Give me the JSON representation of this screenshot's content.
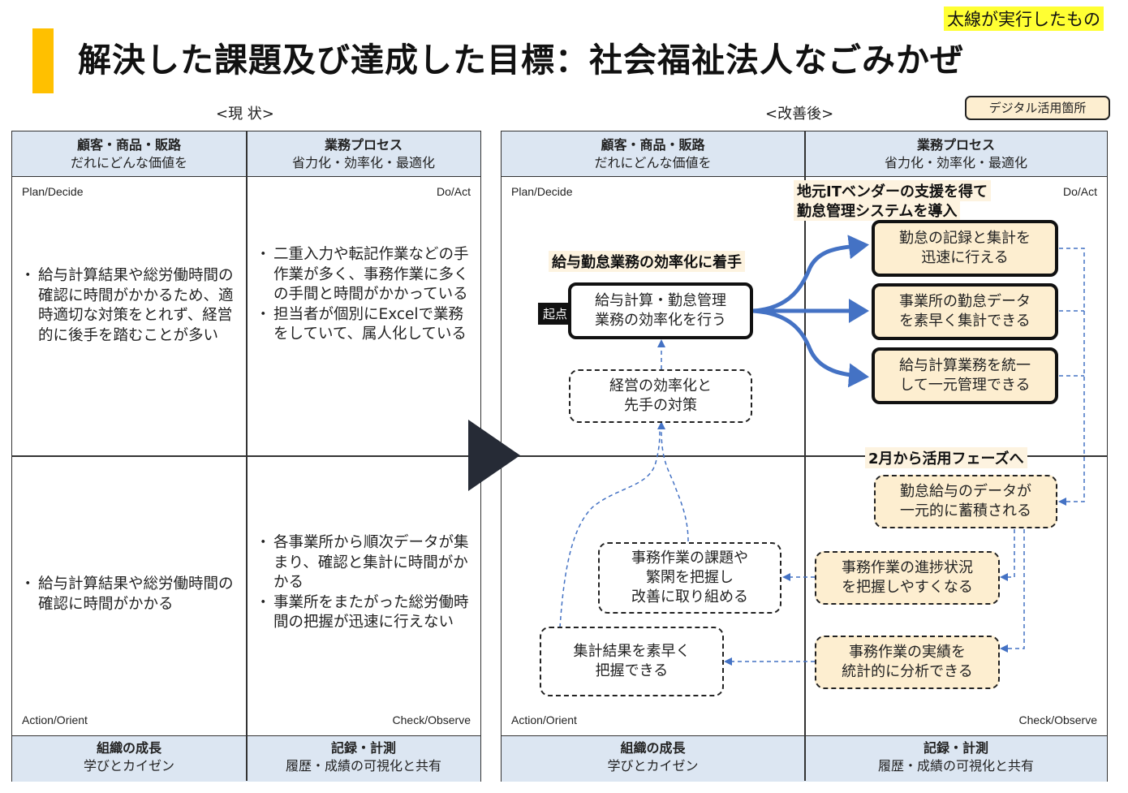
{
  "header": {
    "title": "解決した課題及び達成した目標：社会福祉法人なごみかぜ",
    "legend_note": "太線が実行したもの",
    "digital_tag": "デジタル活用箇所",
    "accent_color": "#ffc000",
    "highlight_color": "#ffff33"
  },
  "before": {
    "label": "<現 状>",
    "col_headers": [
      {
        "bold": "顧客・商品・販路",
        "sub": "だれにどんな価値を"
      },
      {
        "bold": "業務プロセス",
        "sub": "省力化・効率化・最適化"
      }
    ],
    "footer_headers": [
      {
        "bold": "組織の成長",
        "sub": "学びとカイゼン"
      },
      {
        "bold": "記録・計測",
        "sub": "履歴・成績の可視化と共有"
      }
    ],
    "corners": {
      "plan": "Plan/Decide",
      "do": "Do/Act",
      "action": "Action/Orient",
      "check": "Check/Observe"
    },
    "plan_items": [
      "給与計算結果や総労働時間の確認に時間がかかるため、適時適切な対策をとれず、経営的に後手を踏むことが多い"
    ],
    "do_items": [
      "二重入力や転記作業などの手作業が多く、事務作業に多くの手間と時間がかかっている",
      "担当者が個別にExcelで業務をしていて、属人化している"
    ],
    "action_items": [
      "給与計算結果や総労働時間の確認に時間がかかる"
    ],
    "check_items": [
      "各事業所から順次データが集まり、確認と集計に時間がかかる",
      "事業所をまたがった総労働時間の把握が迅速に行えない"
    ]
  },
  "after": {
    "label": "<改善後>",
    "col_headers": [
      {
        "bold": "顧客・商品・販路",
        "sub": "だれにどんな価値を"
      },
      {
        "bold": "業務プロセス",
        "sub": "省力化・効率化・最適化"
      }
    ],
    "footer_headers": [
      {
        "bold": "組織の成長",
        "sub": "学びとカイゼン"
      },
      {
        "bold": "記録・計測",
        "sub": "履歴・成績の可視化と共有"
      }
    ],
    "corners": {
      "plan": "Plan/Decide",
      "do": "Do/Act",
      "action": "Action/Orient",
      "check": "Check/Observe"
    },
    "callouts": {
      "plan": "給与勤怠業務の効率化に着手",
      "do_line1": "地元ITベンダーの支援を得て",
      "do_line2": "勤怠管理システムを導入",
      "phase": "2月から活用フェーズへ"
    },
    "start_tag": "起点",
    "nodes": {
      "start": [
        "給与計算・勤怠管理",
        "業務の効率化を行う"
      ],
      "goal": [
        "経営の効率化と",
        "先手の対策"
      ],
      "do1": [
        "勤怠の記録と集計を",
        "迅速に行える"
      ],
      "do2": [
        "事業所の勤怠データ",
        "を素早く集計できる"
      ],
      "do3": [
        "給与計算業務を統一",
        "して一元管理できる"
      ],
      "check1": [
        "勤怠給与のデータが",
        "一元的に蓄積される"
      ],
      "check2": [
        "事務作業の進捗状況",
        "を把握しやすくなる"
      ],
      "check3": [
        "事務作業の実績を",
        "統計的に分析できる"
      ],
      "act1": [
        "事務作業の課題や",
        "繁閑を把握し",
        "改善に取り組める"
      ],
      "act2": [
        "集計結果を素早く",
        "把握できる"
      ]
    },
    "colors": {
      "arrow_blue": "#4472c4",
      "beige": "#fdeed0",
      "header_blue": "#dce6f2"
    }
  }
}
